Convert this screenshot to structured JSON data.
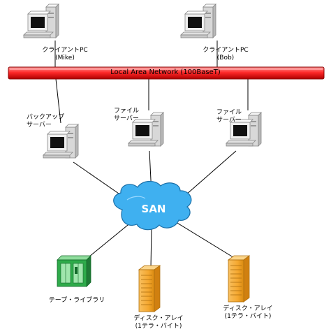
{
  "diagram": {
    "lan": {
      "label": "Local Area Network (100BaseT)",
      "color": "#ff2a2a"
    },
    "san": {
      "label": "SAN",
      "color": "#3fb0f0"
    },
    "clients": [
      {
        "line1": "クライアントPC",
        "line2": "(Mike)"
      },
      {
        "line1": "クライアントPC",
        "line2": "(Bob)"
      }
    ],
    "servers": [
      {
        "line1": "バックアップ",
        "line2": "サーバー"
      },
      {
        "line1": "ファイル",
        "line2": "サーバー"
      },
      {
        "line1": "ファイル",
        "line2": "サーバー"
      }
    ],
    "storage": [
      {
        "line1": "テープ・ライブラリ",
        "line2": ""
      },
      {
        "line1": "ディスク・アレイ",
        "line2": "(1テラ・バイト)"
      },
      {
        "line1": "ディスク・アレイ",
        "line2": "(1テラ・バイト)"
      }
    ],
    "colors": {
      "tape": "#2eaa4a",
      "disk": "#f5b041",
      "pc_body": "#e8e8e8",
      "screen": "#111111"
    }
  }
}
